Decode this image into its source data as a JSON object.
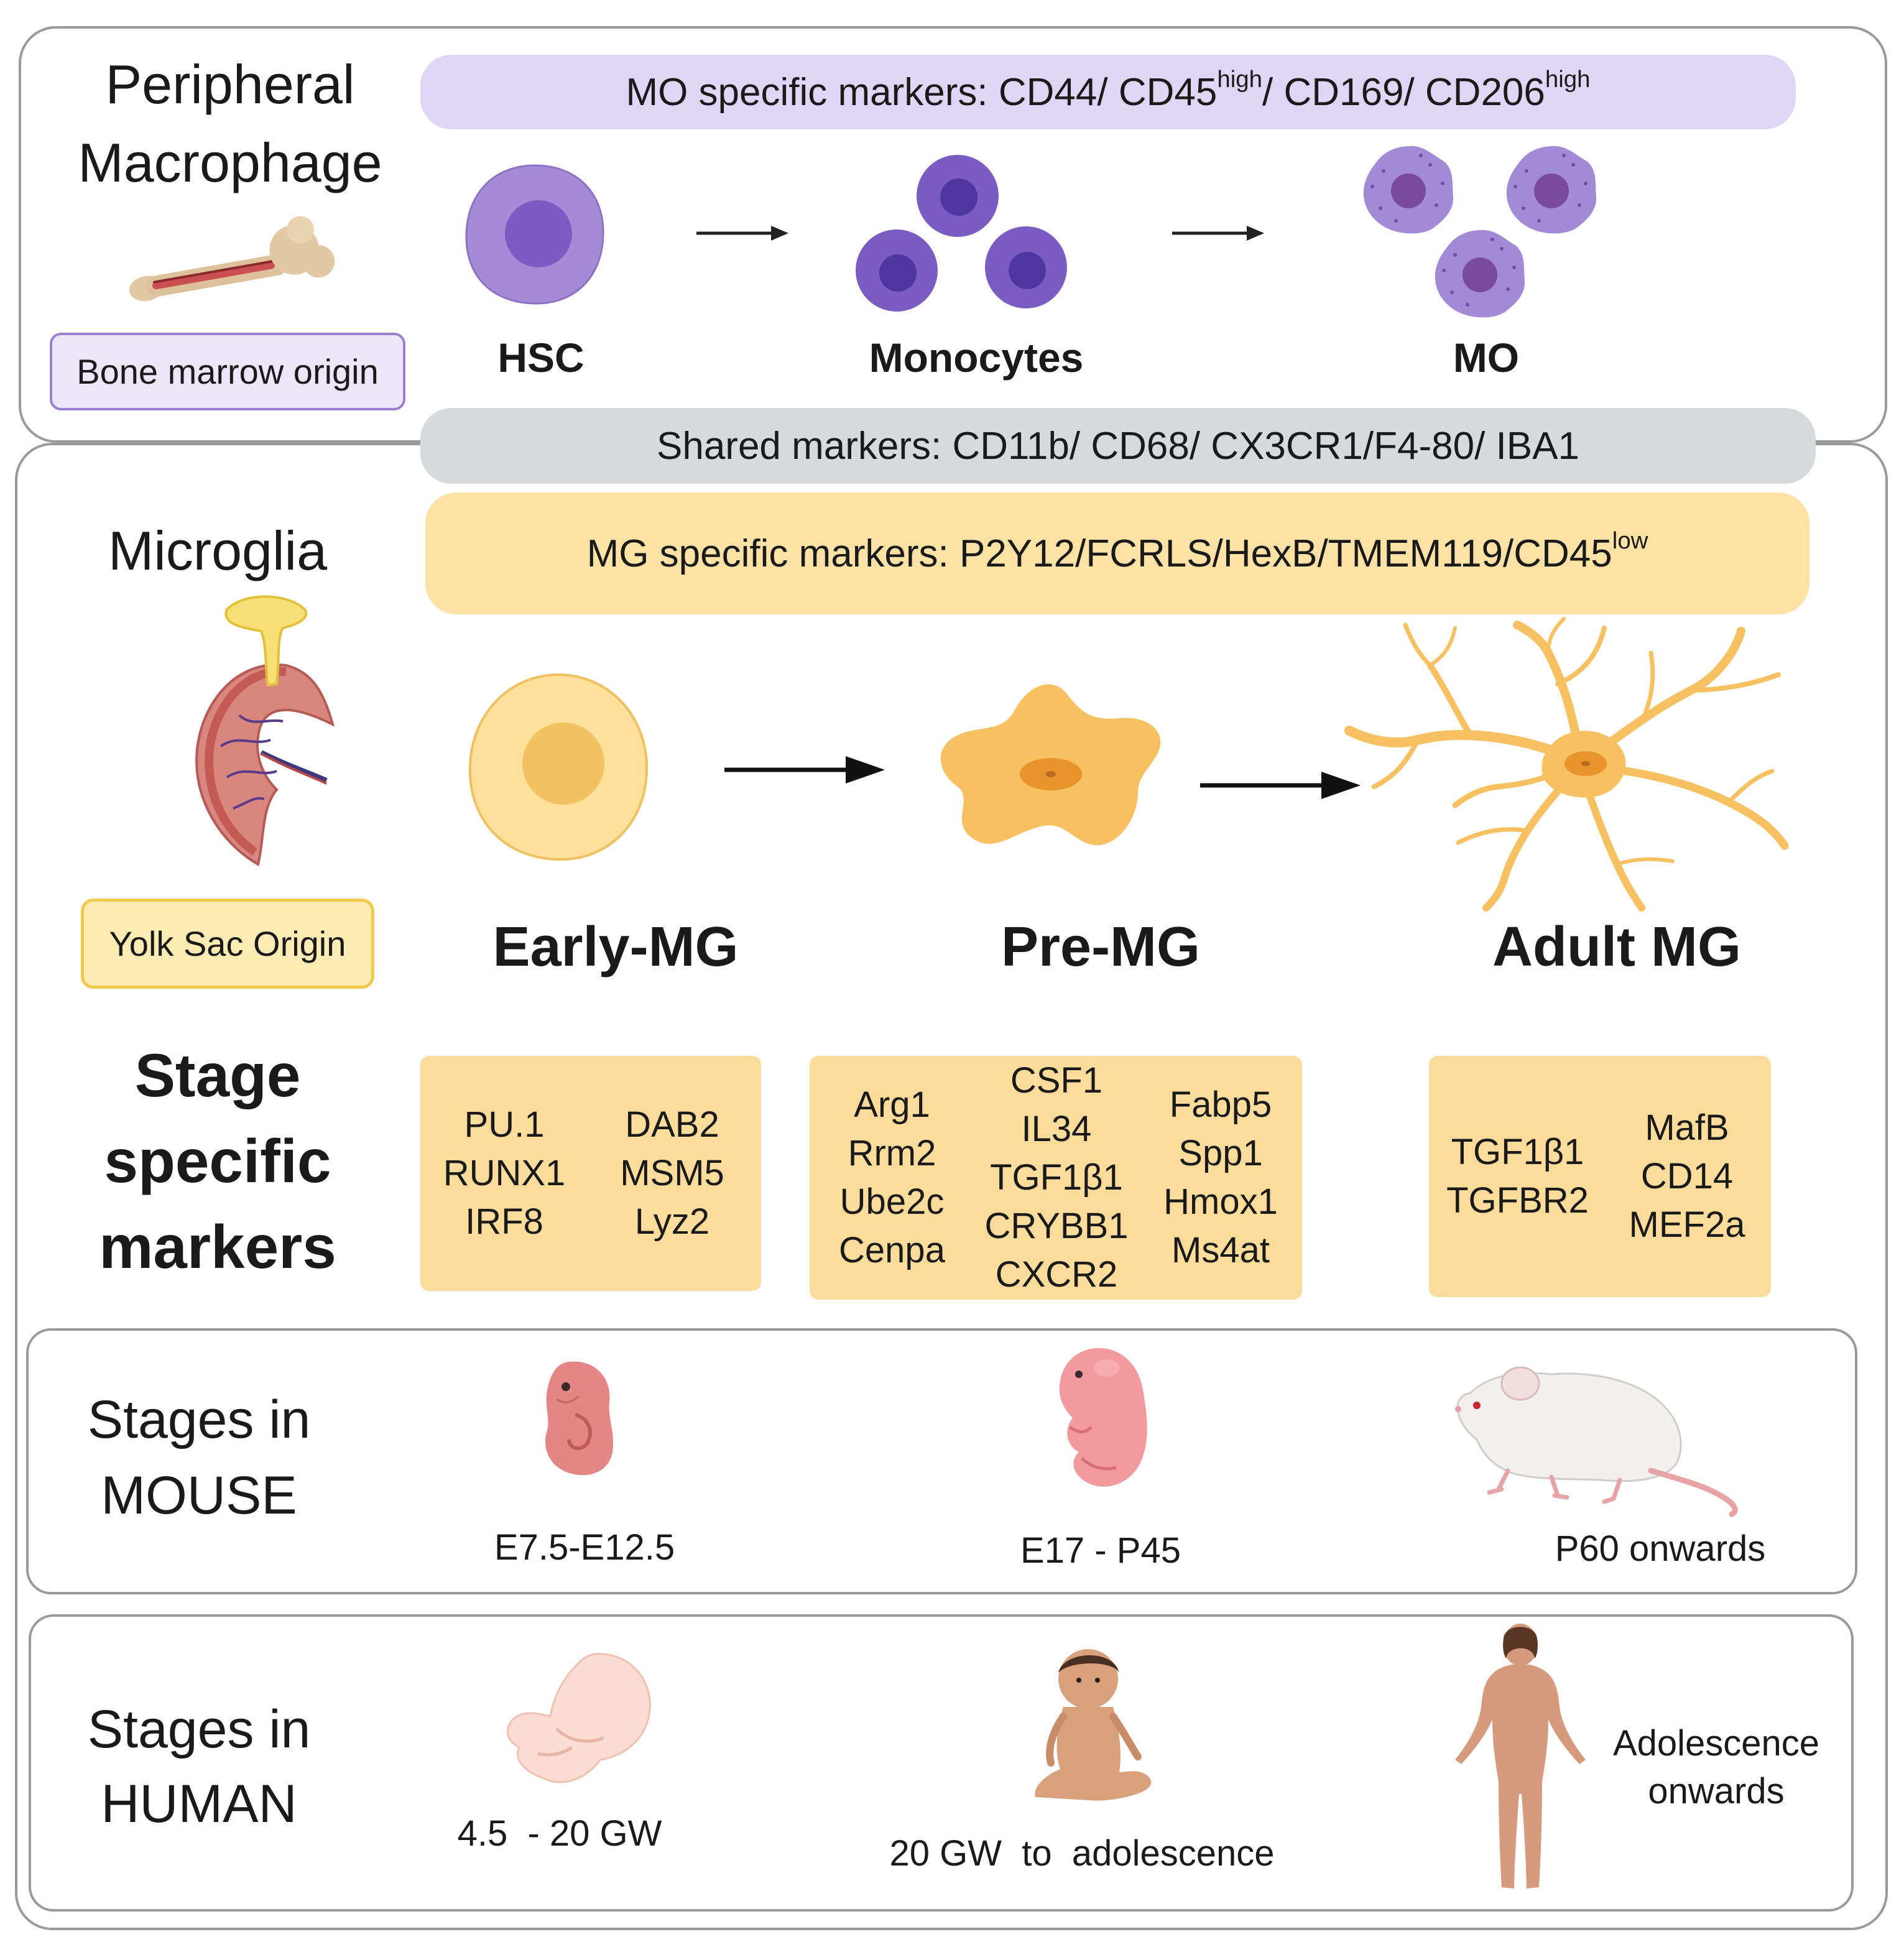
{
  "colors": {
    "mo_marker_bg": "#ddd7f5",
    "shared_marker_bg": "#d7d9db",
    "mg_marker_bg": "#fce2a5",
    "stage_marker_bg": "#fbdc9a",
    "bone_box_border": "#9b7fd0",
    "yolk_box_border": "#f2c94c",
    "panel_border": "#9a9a9a"
  },
  "peripheral": {
    "title_line1": "Peripheral",
    "title_line2": "Macrophage",
    "origin_label": "Bone marrow origin",
    "markers_prefix": "MO specific markers: CD44/ CD45",
    "markers_sup1": "high",
    "markers_mid": "/ CD169/ CD206",
    "markers_sup2": "high",
    "cells": [
      {
        "label": "HSC",
        "icon": "hsc-cell-icon"
      },
      {
        "label": "Monocytes",
        "icon": "monocytes-icon"
      },
      {
        "label": "MO",
        "icon": "macrophage-icon"
      }
    ]
  },
  "shared": {
    "text": "Shared markers: CD11b/ CD68/ CX3CR1/F4-80/ IBA1"
  },
  "microglia": {
    "title": "Microglia",
    "origin_label": "Yolk Sac Origin",
    "markers_prefix": "MG specific markers: P2Y12/FCRLS/HexB/TMEM119/CD45",
    "markers_sup": "low",
    "stages": [
      {
        "label": "Early-MG",
        "icon": "early-mg-cell-icon"
      },
      {
        "label": "Pre-MG",
        "icon": "pre-mg-cell-icon"
      },
      {
        "label": "Adult MG",
        "icon": "adult-mg-cell-icon"
      }
    ]
  },
  "stage_markers": {
    "title_line1": "Stage",
    "title_line2": "specific",
    "title_line3": "markers",
    "early": {
      "col1": [
        "PU.1",
        "RUNX1",
        "IRF8"
      ],
      "col2": [
        "DAB2",
        "MSM5",
        "Lyz2"
      ]
    },
    "pre": {
      "col1": [
        "Arg1",
        "Rrm2",
        "Ube2c",
        "Cenpa"
      ],
      "col2": [
        "CSF1",
        "IL34",
        "TGF1β1",
        "CRYBB1",
        "CXCR2"
      ],
      "col3": [
        "Fabp5",
        "Spp1",
        "Hmox1",
        "Ms4at"
      ]
    },
    "adult": {
      "col1": [
        "TGF1β1",
        "TGFBR2"
      ],
      "col2": [
        "MafB",
        "CD14",
        "MEF2a"
      ]
    }
  },
  "mouse": {
    "title_line1": "Stages in",
    "title_line2": "MOUSE",
    "stages": [
      {
        "label": "E7.5-E12.5",
        "icon": "mouse-embryo-icon"
      },
      {
        "label": "E17 - P45",
        "icon": "mouse-pup-icon"
      },
      {
        "label": "P60 onwards",
        "icon": "adult-mouse-icon"
      }
    ]
  },
  "human": {
    "title_line1": "Stages in",
    "title_line2": "HUMAN",
    "stages": [
      {
        "label": "4.5  - 20 GW",
        "icon": "human-fetus-icon"
      },
      {
        "label": "20 GW  to  adolescence",
        "icon": "human-baby-icon"
      },
      {
        "label_line1": "Adolescence",
        "label_line2": "onwards",
        "icon": "adult-human-icon"
      }
    ]
  }
}
